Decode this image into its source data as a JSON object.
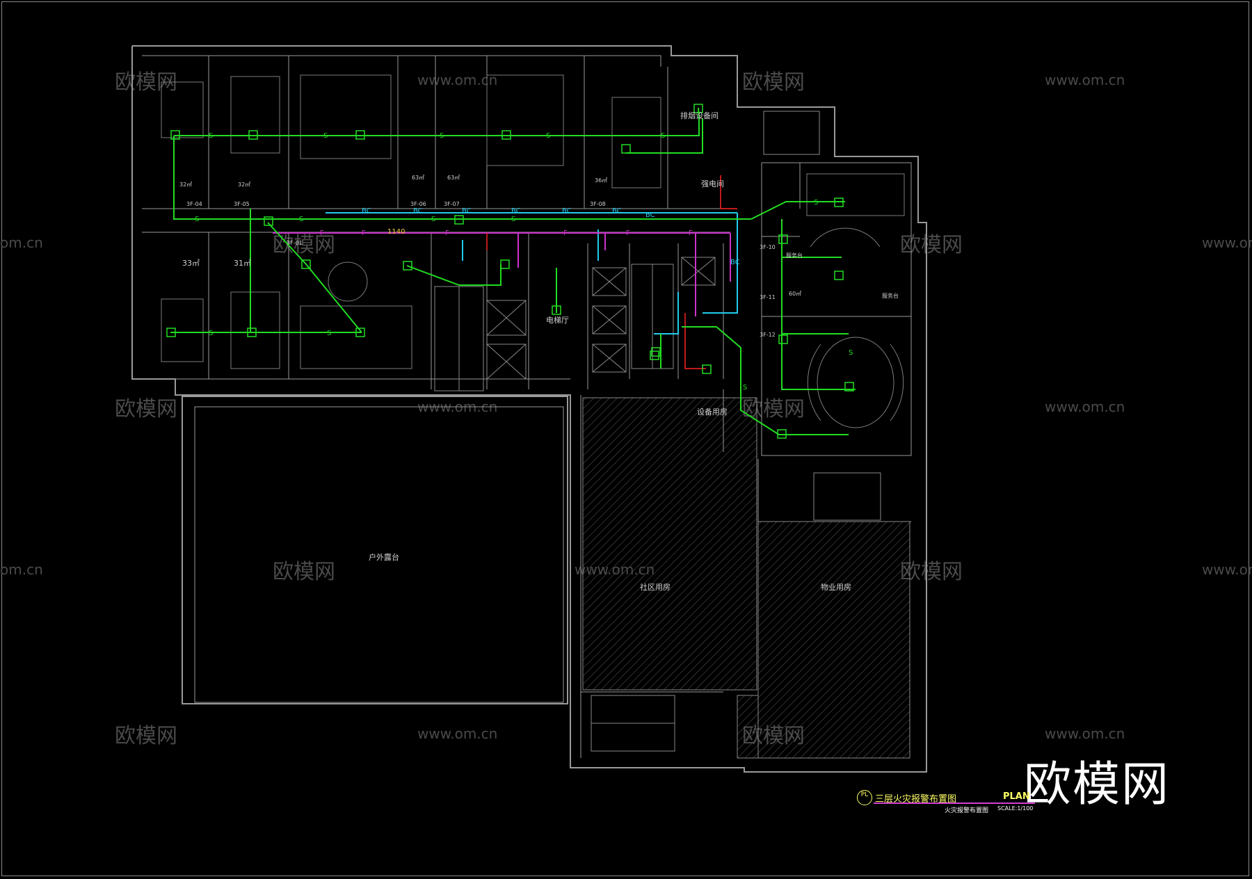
{
  "drawing": {
    "background": "#000000",
    "colors": {
      "wall": "#9a9a9a",
      "smoke_wire": "#22dd22",
      "bc_wire": "#22ccee",
      "f_wire": "#cc33cc",
      "power_wire": "#ff2222",
      "hatch": "#7a7a7a",
      "label_yellow": "#ffff66",
      "watermark": "#4a4a4a"
    }
  },
  "watermarks": {
    "cn": "欧模网",
    "url": "www.om.cn",
    "url_partial": "om.cn"
  },
  "brand_logo": "欧模网",
  "rooms": {
    "outdoor_terrace": "户外露台",
    "community_room": "社区用房",
    "property_room": "物业用房",
    "elevator_hall": "电梯厅",
    "smoke_exhaust_room": "排烟设备间",
    "strong_current_room": "强电间",
    "equipment_room": "设备用房",
    "service_counter_1": "服务台",
    "service_counter_2": "服务台"
  },
  "area_labels": {
    "a1": "32㎡",
    "a2": "32㎡",
    "a3": "63㎡",
    "a4": "63㎡",
    "a5": "36㎡",
    "a6": "33㎡",
    "a7": "31㎡",
    "a8": "60㎡"
  },
  "tags": {
    "t1": "3F-04",
    "t2": "3F-05",
    "t3": "3F-06",
    "t4": "3F-07",
    "t5": "3F-08",
    "t6": "3F-01",
    "t7": "3F-10",
    "t8": "3F-11",
    "t9": "3F-12"
  },
  "wire_labels": {
    "smoke": "S",
    "bc": "BC",
    "f": "F",
    "dimension": "1140"
  },
  "title_block": {
    "pl_mark": "PL",
    "title": "三层火灾报警布置图",
    "plan": "PLAN",
    "subtitle": "火灾报警布置图",
    "scale": "SCALE:1/100"
  }
}
